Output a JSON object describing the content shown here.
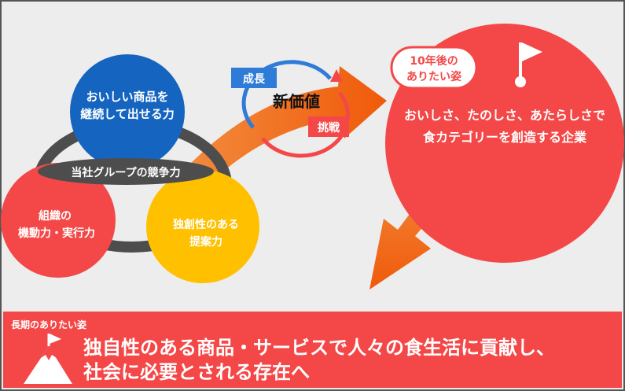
{
  "circles": {
    "products": {
      "line1": "おいしい商品を",
      "line2": "継続して出せる力",
      "color": "#1565C0"
    },
    "org": {
      "line1": "組織の",
      "line2": "機動力・実行力",
      "color": "#F44848"
    },
    "proposal": {
      "line1": "独創性のある",
      "line2": "提案力",
      "color": "#FFC000"
    }
  },
  "ring_label": "当社グループの競争力",
  "cycle": {
    "center": "新価値",
    "growth": "成長",
    "challenge": "挑戦"
  },
  "vision10": {
    "bubble_line1": "10年後の",
    "bubble_line2": "ありたい姿",
    "text_line1": "おいしさ、たのしさ、あたらしさで",
    "text_line2": "食カテゴリーを創造する企業",
    "color": "#F44848"
  },
  "long_term": {
    "label": "長期のありたい姿",
    "line1": "独自性のある商品・サービスで人々の食生活に貢献し、",
    "line2": "社会に必要とされる存在へ",
    "color": "#F44848"
  },
  "colors": {
    "arrow": "#F06010",
    "background": "#EDEDED",
    "ring": "#4D4D4D",
    "blue": "#1565C0"
  },
  "icons": [
    "flag-icon",
    "mountain-flag-icon"
  ]
}
